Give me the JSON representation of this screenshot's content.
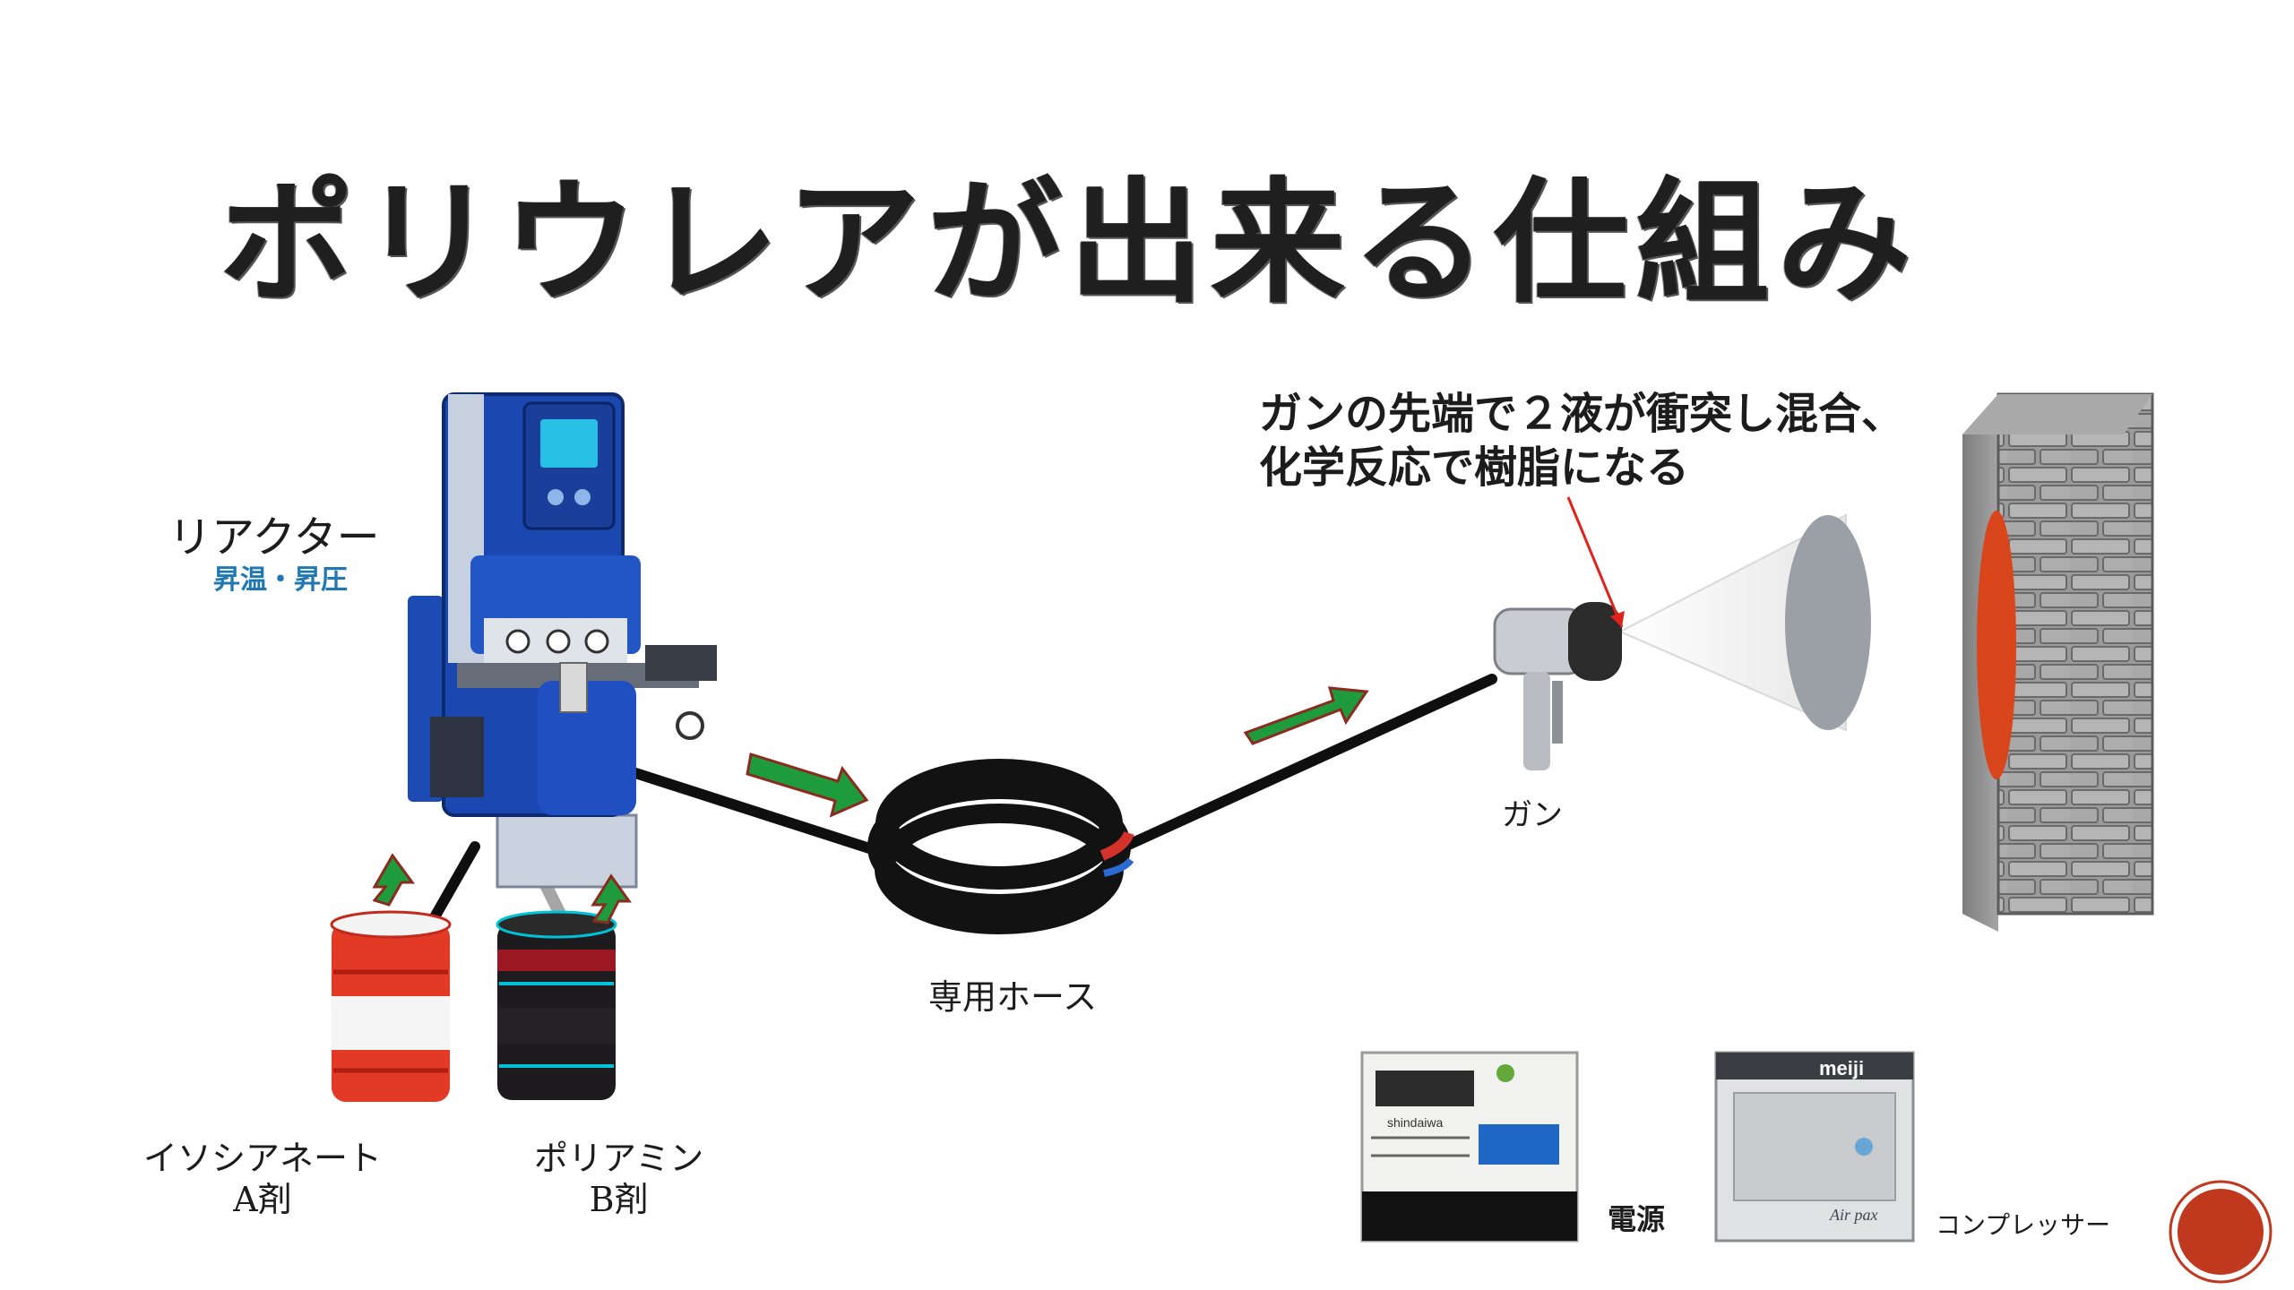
{
  "slide": {
    "title": "ポリウレアが出来る仕組み",
    "reactor": {
      "name": "リアクター",
      "sub": "昇温・昇圧"
    },
    "note": {
      "line1": "ガンの先端で２液が衝突し混合、",
      "line2": "化学反応で樹脂になる"
    },
    "gun": "ガン",
    "hose": "専用ホース",
    "isocyanate": {
      "name": "イソシアネート",
      "agent": "A剤"
    },
    "polyamine": {
      "name": "ポリアミン",
      "agent": "B剤"
    },
    "power": "電源",
    "compressor": "コンプレッサー",
    "generator_brand": "shindaiwa",
    "compressor_brand": "meiji",
    "compressor_model": "Air pax"
  },
  "colors": {
    "arrow_green": "#1e9b3c",
    "arrow_outline": "#8b2a1e",
    "reactor_blue": "#1b48b0",
    "spray_red": "#d9461b",
    "brick": "#8f8f8f",
    "annotation_line": "#e0221c",
    "accent_circle": "#c0381e"
  }
}
